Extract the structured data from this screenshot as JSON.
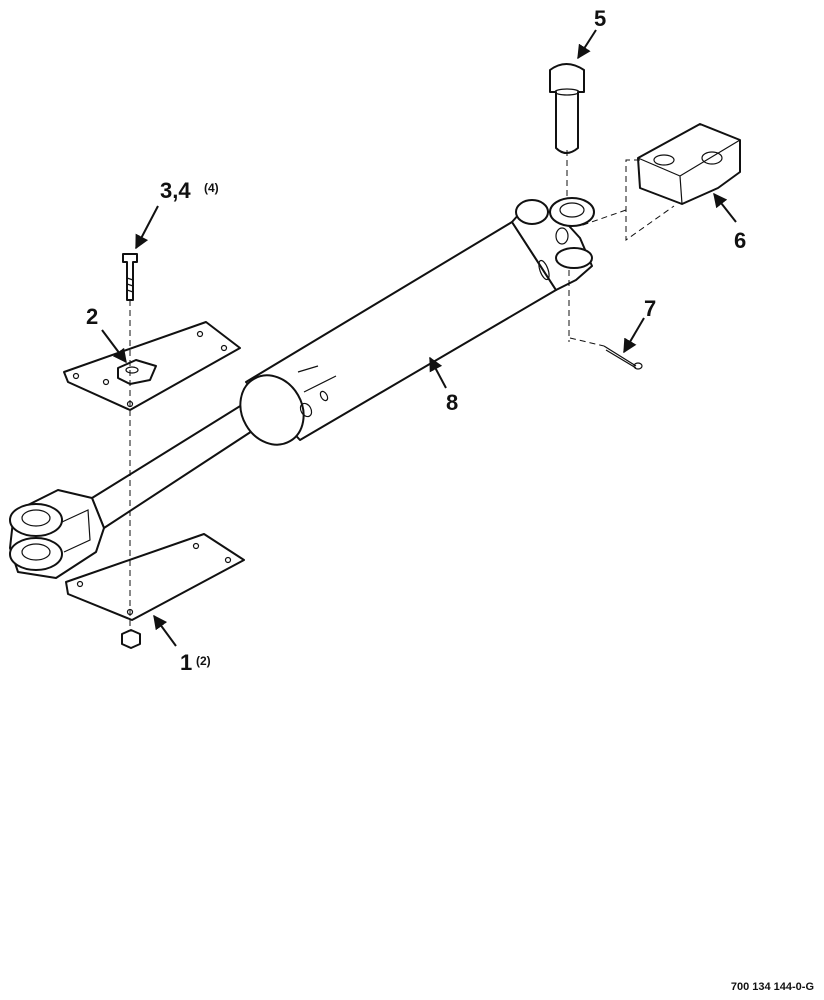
{
  "callouts": {
    "c1": "1",
    "c1_qty": "(2)",
    "c2": "2",
    "c3": "3,4",
    "c3_qty": "(4)",
    "c5": "5",
    "c6": "6",
    "c7": "7",
    "c8": "8"
  },
  "figure_number": "700 134 144-0-G"
}
